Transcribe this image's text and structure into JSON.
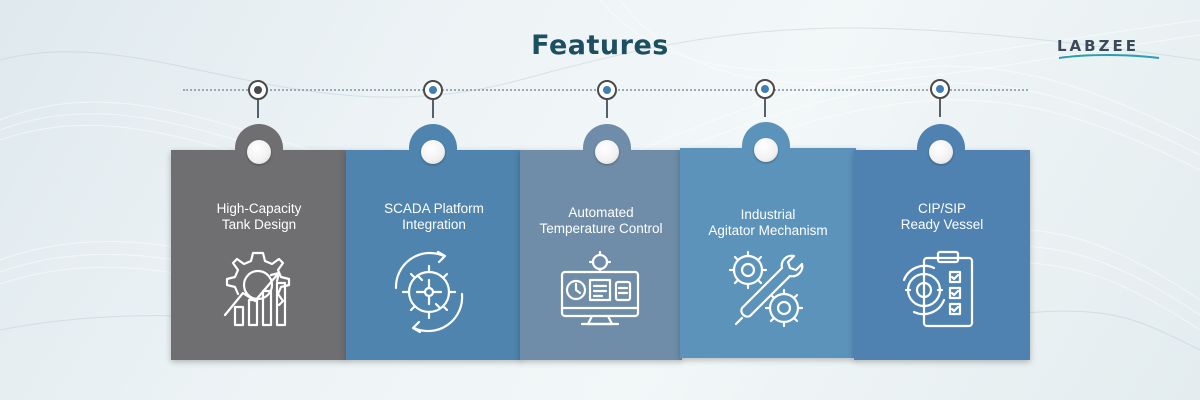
{
  "header": {
    "title": "Features"
  },
  "logo": {
    "text": "LABZEE"
  },
  "features": [
    {
      "label_line1": "High-Capacity",
      "label_line2": "Tank Design",
      "icon": "gear-growth-chart-icon",
      "color": "#6f6e71"
    },
    {
      "label_line1": "SCADA Platform",
      "label_line2": "Integration",
      "icon": "gear-cycle-network-icon",
      "color": "#4e84ad"
    },
    {
      "label_line1": "Automated",
      "label_line2": "Temperature Control",
      "icon": "monitor-control-icon",
      "color": "#6f8da8"
    },
    {
      "label_line1": "Industrial",
      "label_line2": "Agitator Mechanism",
      "icon": "gears-wrench-icon",
      "color": "#5b93ba"
    },
    {
      "label_line1": "CIP/SIP",
      "label_line2": "Ready Vessel",
      "icon": "clipboard-gear-checklist-icon",
      "color": "#4f82b0"
    }
  ],
  "colors": {
    "title": "#1c5060",
    "timeline": "#9aaab4",
    "pin_dot": "#3f7fb5",
    "pin_first_dot": "#4a4a4a"
  }
}
